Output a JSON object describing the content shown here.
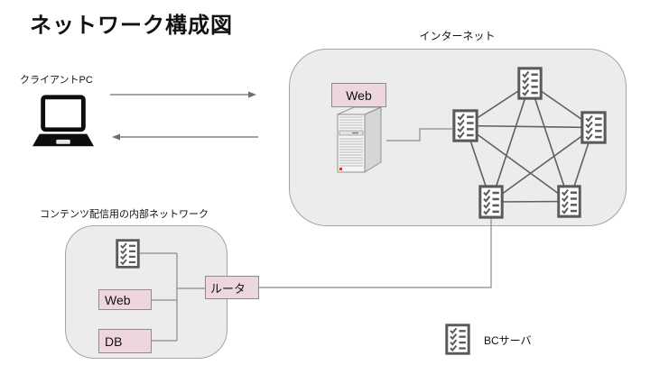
{
  "title": "ネットワーク構成図",
  "client_pc": {
    "label": "クライアントPC"
  },
  "internet": {
    "label": "インターネット",
    "web_server_label": "Web"
  },
  "internal_network": {
    "label": "コンテンツ配信用の内部ネットワーク",
    "web_label": "Web",
    "db_label": "DB"
  },
  "router_label": "ルータ",
  "legend": {
    "label": "BCサーバ"
  },
  "colors": {
    "background": "#ffffff",
    "zone_fill": "#ececec",
    "zone_border": "#a3a3a3",
    "pink_fill": "#eed6e1",
    "pink_border": "#8c8c8c",
    "mesh_line": "#606060",
    "connector_line": "#8a8a8a",
    "icon_stroke": "#5a5a5a",
    "text": "#111111"
  }
}
